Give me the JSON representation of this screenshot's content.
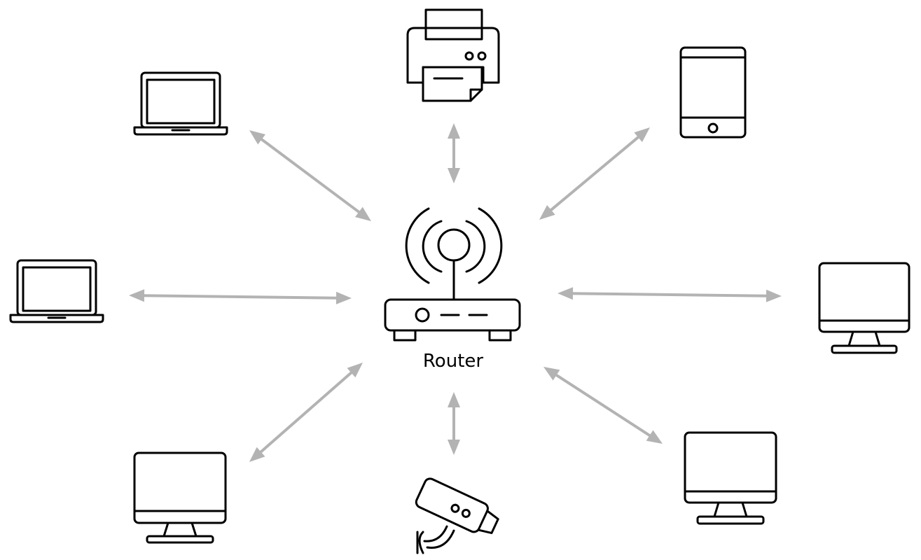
{
  "hub": {
    "label": "Router",
    "icon": "router-icon"
  },
  "devices": [
    {
      "id": "printer",
      "icon": "printer-icon"
    },
    {
      "id": "tablet",
      "icon": "tablet-icon"
    },
    {
      "id": "laptop-top-left",
      "icon": "laptop-icon"
    },
    {
      "id": "laptop-left",
      "icon": "laptop-icon"
    },
    {
      "id": "monitor-right",
      "icon": "monitor-icon"
    },
    {
      "id": "monitor-bottom-left",
      "icon": "monitor-icon"
    },
    {
      "id": "monitor-bottom-right",
      "icon": "monitor-icon"
    },
    {
      "id": "security-camera",
      "icon": "security-camera-icon"
    }
  ],
  "connections": [
    {
      "from": "router",
      "to": "printer",
      "direction": "bidirectional"
    },
    {
      "from": "router",
      "to": "tablet",
      "direction": "bidirectional"
    },
    {
      "from": "router",
      "to": "laptop-top-left",
      "direction": "bidirectional"
    },
    {
      "from": "router",
      "to": "laptop-left",
      "direction": "bidirectional"
    },
    {
      "from": "router",
      "to": "monitor-right",
      "direction": "bidirectional"
    },
    {
      "from": "router",
      "to": "monitor-bottom-left",
      "direction": "bidirectional"
    },
    {
      "from": "router",
      "to": "monitor-bottom-right",
      "direction": "bidirectional"
    },
    {
      "from": "router",
      "to": "security-camera",
      "direction": "bidirectional"
    }
  ],
  "colors": {
    "arrow": "#b3b3b3",
    "icon": "#000000",
    "background": "#ffffff"
  }
}
